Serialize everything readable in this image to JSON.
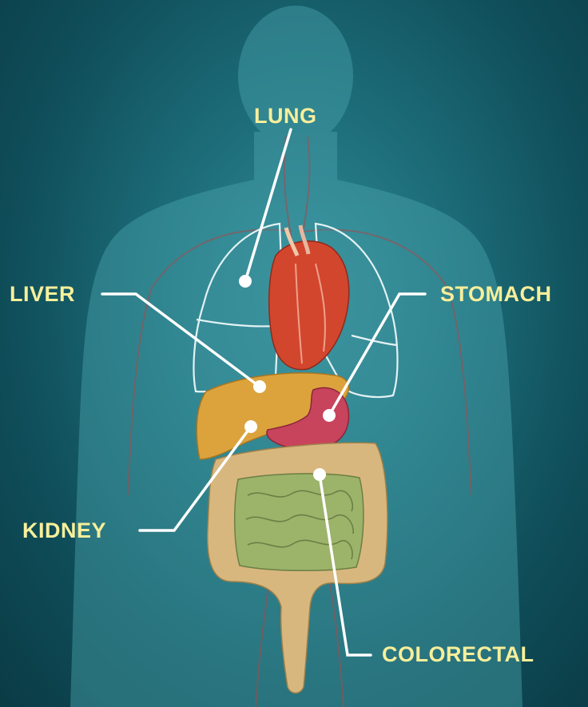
{
  "labels": {
    "lung": "LUNG",
    "liver": "LIVER",
    "stomach": "STOMACH",
    "kidney": "KIDNEY",
    "colorectal": "COLORECTAL"
  },
  "colors": {
    "background": "#1c6c78",
    "label_text": "#f7ef9a",
    "body_silhouette": "#4aa3ad",
    "heart": "#d2462e",
    "liver": "#dca33d",
    "stomach": "#c8435c",
    "small_intestine": "#9cb36a",
    "large_intestine": "#d8b77e",
    "lung_outline": "#e4f2f4",
    "leader_line": "#ffffff"
  }
}
